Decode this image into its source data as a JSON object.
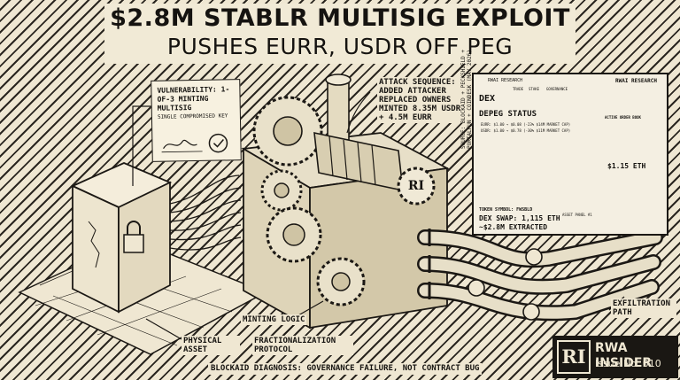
{
  "headline": {
    "line1": "$2.8M STABLR MULTISIG EXPLOIT",
    "line2": "PUSHES EURR, USDR OFF PEG"
  },
  "vulnerability": {
    "title": "VULNERABILITY: 1-OF-3 MINTING MULTISIG",
    "subtitle": "SINGLE COMPROMISED KEY"
  },
  "attack": {
    "title": "ATTACK SEQUENCE:",
    "lines": [
      "ADDED ATTACKER",
      "REPLACED OWNERS",
      "MINTED 8.35M USDR",
      "+ 4.5M EURR"
    ]
  },
  "labels": {
    "minting_logic": "MINTING LOGIC",
    "physical_asset": "PHYSICAL ASSET",
    "fractionalization": "FRACTIONALIZATION PROTOCOL",
    "exfiltration": "EXFILTRATION PATH",
    "footer": "BLOCKAID DIAGNOSIS: GOVERNANCE FAILURE, NOT CONTRACT BUG",
    "engine_logo": "RI"
  },
  "screen": {
    "tab_left": "RWAI RESEARCH",
    "tab_right": "RWAI RESEARCH",
    "nav": [
      "TRADE",
      "STAKE",
      "GOVERNANCE"
    ],
    "dex": "DEX",
    "depeg_title": "DEPEG STATUS",
    "eurr_line": "EURR: $1.00 → $0.08 (-23% $14M MARKET CAP)",
    "usdr_line": "USDR: $1.00 → $0.78 (-30% $11M MARKET CAP)",
    "order_book": "ACTIVE ORDER BOOK",
    "eth_price": "$1.15 ETH",
    "token_symbol": "TOKEN SYMBOL: FWSBLD",
    "dex_swap": "DEX SWAP: 1,115 ETH",
    "extracted": "~$2.8M EXTRACTED",
    "asset_panel": "ASSET PANEL #1"
  },
  "sources": "SOURCE: BLOCKAID + PECKSHIELD + PORTALFUN + COINDESK (MAY 2026)",
  "badge": {
    "logo": "RI",
    "name": "RWA INSIDER",
    "issue": "Issue No. 010"
  }
}
